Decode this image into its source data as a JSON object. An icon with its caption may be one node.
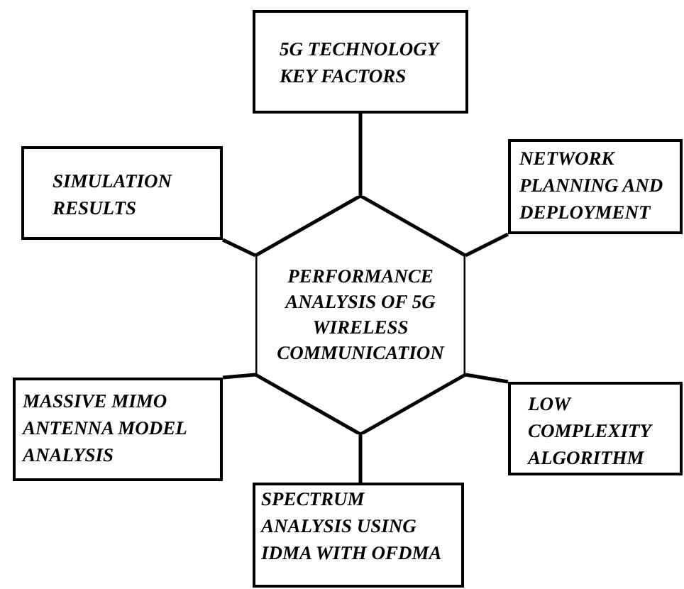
{
  "diagram": {
    "nodes": [
      {
        "text": [
          "5G TECHNOLOGY KEY FACTORS"
        ]
      },
      {
        "text": [
          "SIMULATION RESULTS"
        ]
      },
      {
        "text": [
          "NETWORK PLANNING AND DEPLOYMENT"
        ]
      },
      {
        "text": [
          "PERFORMANCE ANALYSIS OF 5G WIRELESS COMMUNICATION"
        ]
      },
      {
        "text": [
          "MASSIVE MIMO ANTENNA MODEL ANALYSIS"
        ]
      },
      {
        "text": [
          "LOW COMPLEXITY ALGORITHM"
        ]
      },
      {
        "text": [
          "SPECTRUM ANALYSIS USING IDMA WITH OFDMA"
        ]
      }
    ],
    "edges": [
      {
        "from": 3,
        "to": 0,
        "arrow": "none"
      },
      {
        "from": 3,
        "to": 1,
        "arrow": "none"
      },
      {
        "from": 3,
        "to": 2,
        "arrow": "none"
      },
      {
        "from": 3,
        "to": 4,
        "arrow": "none"
      },
      {
        "from": 3,
        "to": 5,
        "arrow": "none"
      },
      {
        "from": 3,
        "to": 6,
        "arrow": "none"
      }
    ]
  }
}
